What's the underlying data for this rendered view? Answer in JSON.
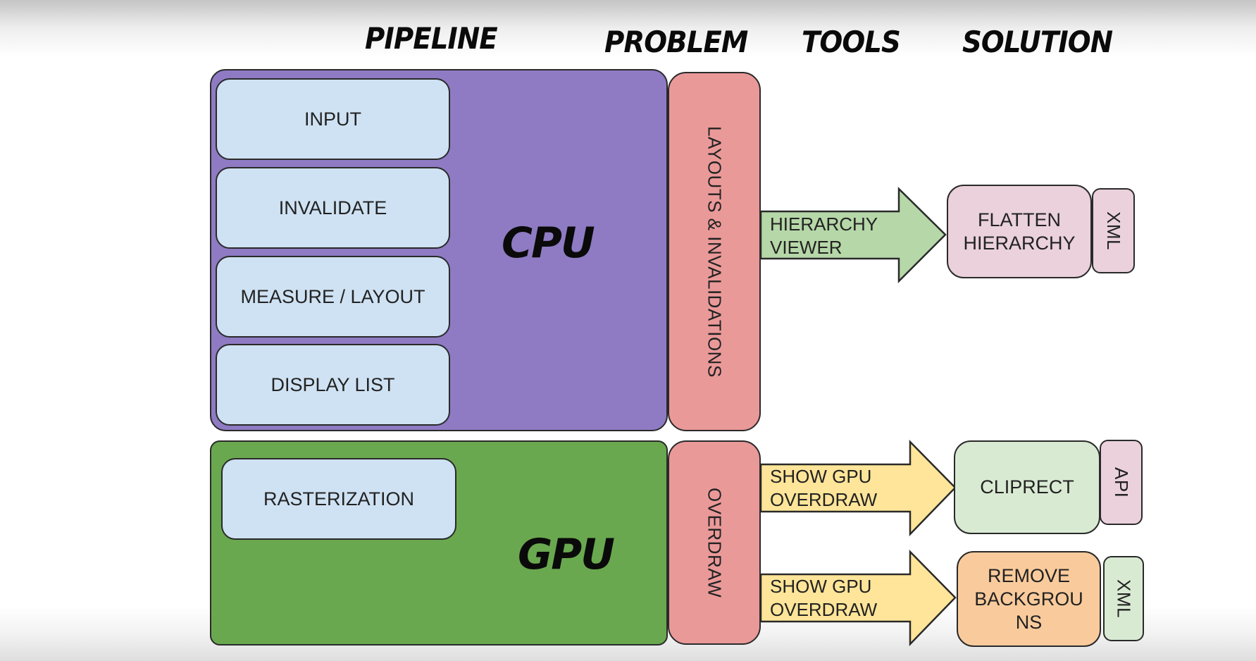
{
  "headers": {
    "pipeline": "PIPELINE",
    "problem": "PROBLEM",
    "tools": "TOOLS",
    "solution": "SOLUTION"
  },
  "cpu": {
    "label": "CPU",
    "color": "#8e7bc3",
    "steps": [
      "INPUT",
      "INVALIDATE",
      "MEASURE / LAYOUT",
      "DISPLAY LIST"
    ]
  },
  "gpu": {
    "label": "GPU",
    "color": "#6aa84f",
    "steps": [
      "RASTERIZATION"
    ]
  },
  "problems": [
    {
      "label": "LAYOUTS & INVALIDATIONS",
      "color": "#ea9999"
    },
    {
      "label": "OVERDRAW",
      "color": "#ea9999"
    }
  ],
  "tools": [
    {
      "line1": "HIERARCHY",
      "line2": "VIEWER",
      "color": "#b6d7a8"
    },
    {
      "line1": "SHOW GPU",
      "line2": "OVERDRAW",
      "color": "#ffe599"
    },
    {
      "line1": "SHOW GPU",
      "line2": "OVERDRAW",
      "color": "#ffe599"
    }
  ],
  "solutions": [
    {
      "line1": "FLATTEN",
      "line2": "HIERARCHY",
      "line3": "",
      "color": "#ead1dc",
      "tag": "XML",
      "tag_color": "#ead1dc"
    },
    {
      "line1": "CLIPRECT",
      "line2": "",
      "line3": "",
      "color": "#d9ead3",
      "tag": "API",
      "tag_color": "#ead1dc"
    },
    {
      "line1": "REMOVE",
      "line2": "BACKGROU",
      "line3": "NS",
      "color": "#f9cb9c",
      "tag": "XML",
      "tag_color": "#d9ead3"
    }
  ]
}
